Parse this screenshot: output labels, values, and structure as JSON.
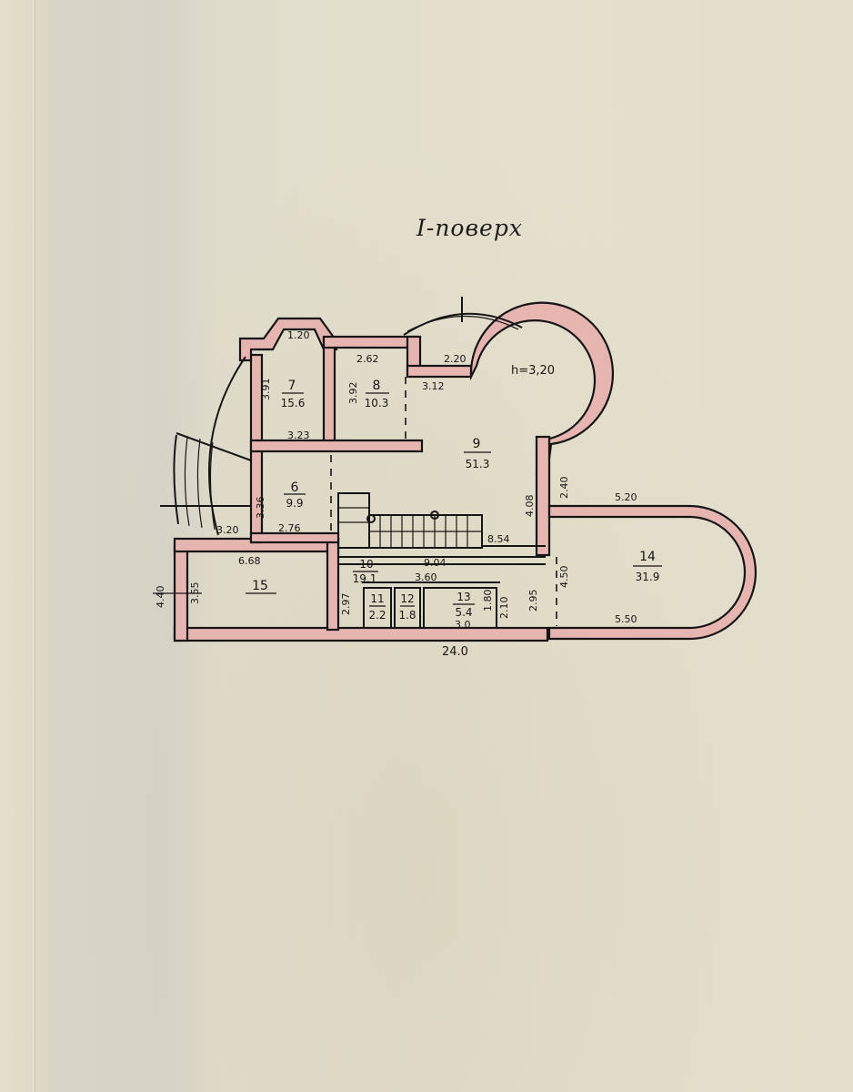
{
  "title": "I-поверх",
  "ceiling_height": "h=3,20",
  "rooms": [
    {
      "number": "6",
      "area": "9.9"
    },
    {
      "number": "7",
      "area": "15.6"
    },
    {
      "number": "8",
      "area": "10.3"
    },
    {
      "number": "9",
      "area": "51.3"
    },
    {
      "number": "10",
      "area": "19.1"
    },
    {
      "number": "11",
      "area": "2.2"
    },
    {
      "number": "12",
      "area": "1.8"
    },
    {
      "number": "13",
      "area": "5.4"
    },
    {
      "number": "14",
      "area": "31.9"
    },
    {
      "number": "15",
      "area": ""
    }
  ],
  "dimensions": {
    "r7_top": "1.20",
    "r7_side": "3.91",
    "r7_bottom": "3.23",
    "r8_top": "2.62",
    "r8_side": "3.92",
    "entry_width": "2.20",
    "entry_bottom": "3.12",
    "r6_side": "3.36",
    "r6_bottom": "2.76",
    "stair_width": "3.20",
    "r9_side": "4.08",
    "r9_window": "2.40",
    "stair_run": "8.54",
    "r10_length": "9.04",
    "r10_inner": "3.60",
    "r10_side": "2.97",
    "r13_side": "1.80",
    "r13_bottom": "3.0",
    "r13_door": "2.10",
    "r14_side_a": "2.95",
    "r14_side_b": "4.50",
    "r14_top": "5.20",
    "r14_bottom": "5.50",
    "r15_top": "6.68",
    "r15_outer": "4.40",
    "r15_inner": "3.55",
    "total_length": "24.0"
  }
}
